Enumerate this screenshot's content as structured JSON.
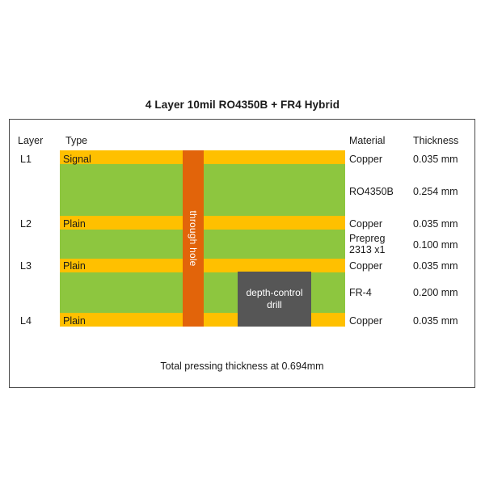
{
  "title": "4 Layer 10mil RO4350B + FR4 Hybrid",
  "headers": {
    "layer": "Layer",
    "type": "Type",
    "material": "Material",
    "thickness": "Thickness"
  },
  "layers": [
    {
      "name": "L1",
      "type": "Signal"
    },
    {
      "name": "L2",
      "type": "Plain"
    },
    {
      "name": "L3",
      "type": "Plain"
    },
    {
      "name": "L4",
      "type": "Plain"
    }
  ],
  "materials": [
    {
      "material": "Copper",
      "thickness": "0.035 mm"
    },
    {
      "material": "RO4350B",
      "thickness": "0.254 mm"
    },
    {
      "material": "Copper",
      "thickness": "0.035 mm"
    },
    {
      "material": "Prepreg\n2313 x1",
      "thickness": "0.100 mm"
    },
    {
      "material": "Copper",
      "thickness": "0.035 mm"
    },
    {
      "material": "FR-4",
      "thickness": "0.200 mm"
    },
    {
      "material": "Copper",
      "thickness": "0.035 mm"
    }
  ],
  "annotations": {
    "through_hole": "through hole",
    "drill": "depth-control\ndrill"
  },
  "footer": "Total pressing thickness at 0.694mm",
  "colors": {
    "copper": "#ffc000",
    "dielectric": "#8dc63f",
    "through_hole": "#e2640a",
    "drill": "#565656",
    "frame": "#4a4a4a",
    "background": "#ffffff",
    "text": "#1a1a1a"
  }
}
